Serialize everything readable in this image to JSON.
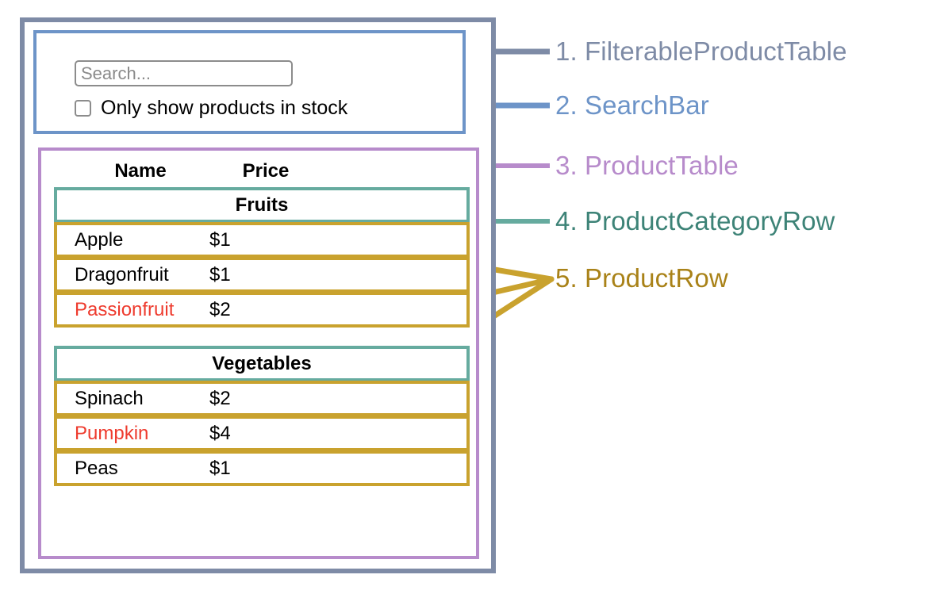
{
  "diagram": {
    "title_components": [
      "FilterableProductTable",
      "SearchBar",
      "ProductTable",
      "ProductCategoryRow",
      "ProductRow"
    ],
    "colors": {
      "filterable": "#7e8ba6",
      "searchbar": "#6d94c8",
      "producttable": "#b78bcb",
      "categoryrow": "#66ab9f",
      "productrow": "#c9a22e",
      "out_of_stock_text": "#ee3b2e",
      "placeholder_text": "#8a8a8a",
      "input_border": "#8c8c8c"
    }
  },
  "searchbar": {
    "search_placeholder": "Search...",
    "search_value": "",
    "checkbox_label": "Only show products in stock",
    "checkbox_checked": false
  },
  "table": {
    "headers": {
      "name": "Name",
      "price": "Price"
    },
    "groups": [
      {
        "category": "Fruits",
        "rows": [
          {
            "name": "Apple",
            "price": "$1",
            "in_stock": true
          },
          {
            "name": "Dragonfruit",
            "price": "$1",
            "in_stock": true
          },
          {
            "name": "Passionfruit",
            "price": "$2",
            "in_stock": false
          }
        ]
      },
      {
        "category": "Vegetables",
        "rows": [
          {
            "name": "Spinach",
            "price": "$2",
            "in_stock": true
          },
          {
            "name": "Pumpkin",
            "price": "$4",
            "in_stock": false
          },
          {
            "name": "Peas",
            "price": "$1",
            "in_stock": true
          }
        ]
      }
    ]
  },
  "annotations": [
    {
      "number": "1.",
      "name": "FilterableProductTable",
      "color": "#7e8ba6"
    },
    {
      "number": "2.",
      "name": "SearchBar",
      "color": "#6d94c8"
    },
    {
      "number": "3.",
      "name": "ProductTable",
      "color": "#b78bcb"
    },
    {
      "number": "4.",
      "name": "ProductCategoryRow",
      "color": "#66ab9f"
    },
    {
      "number": "5.",
      "name": "ProductRow",
      "color": "#c9a22e"
    }
  ]
}
